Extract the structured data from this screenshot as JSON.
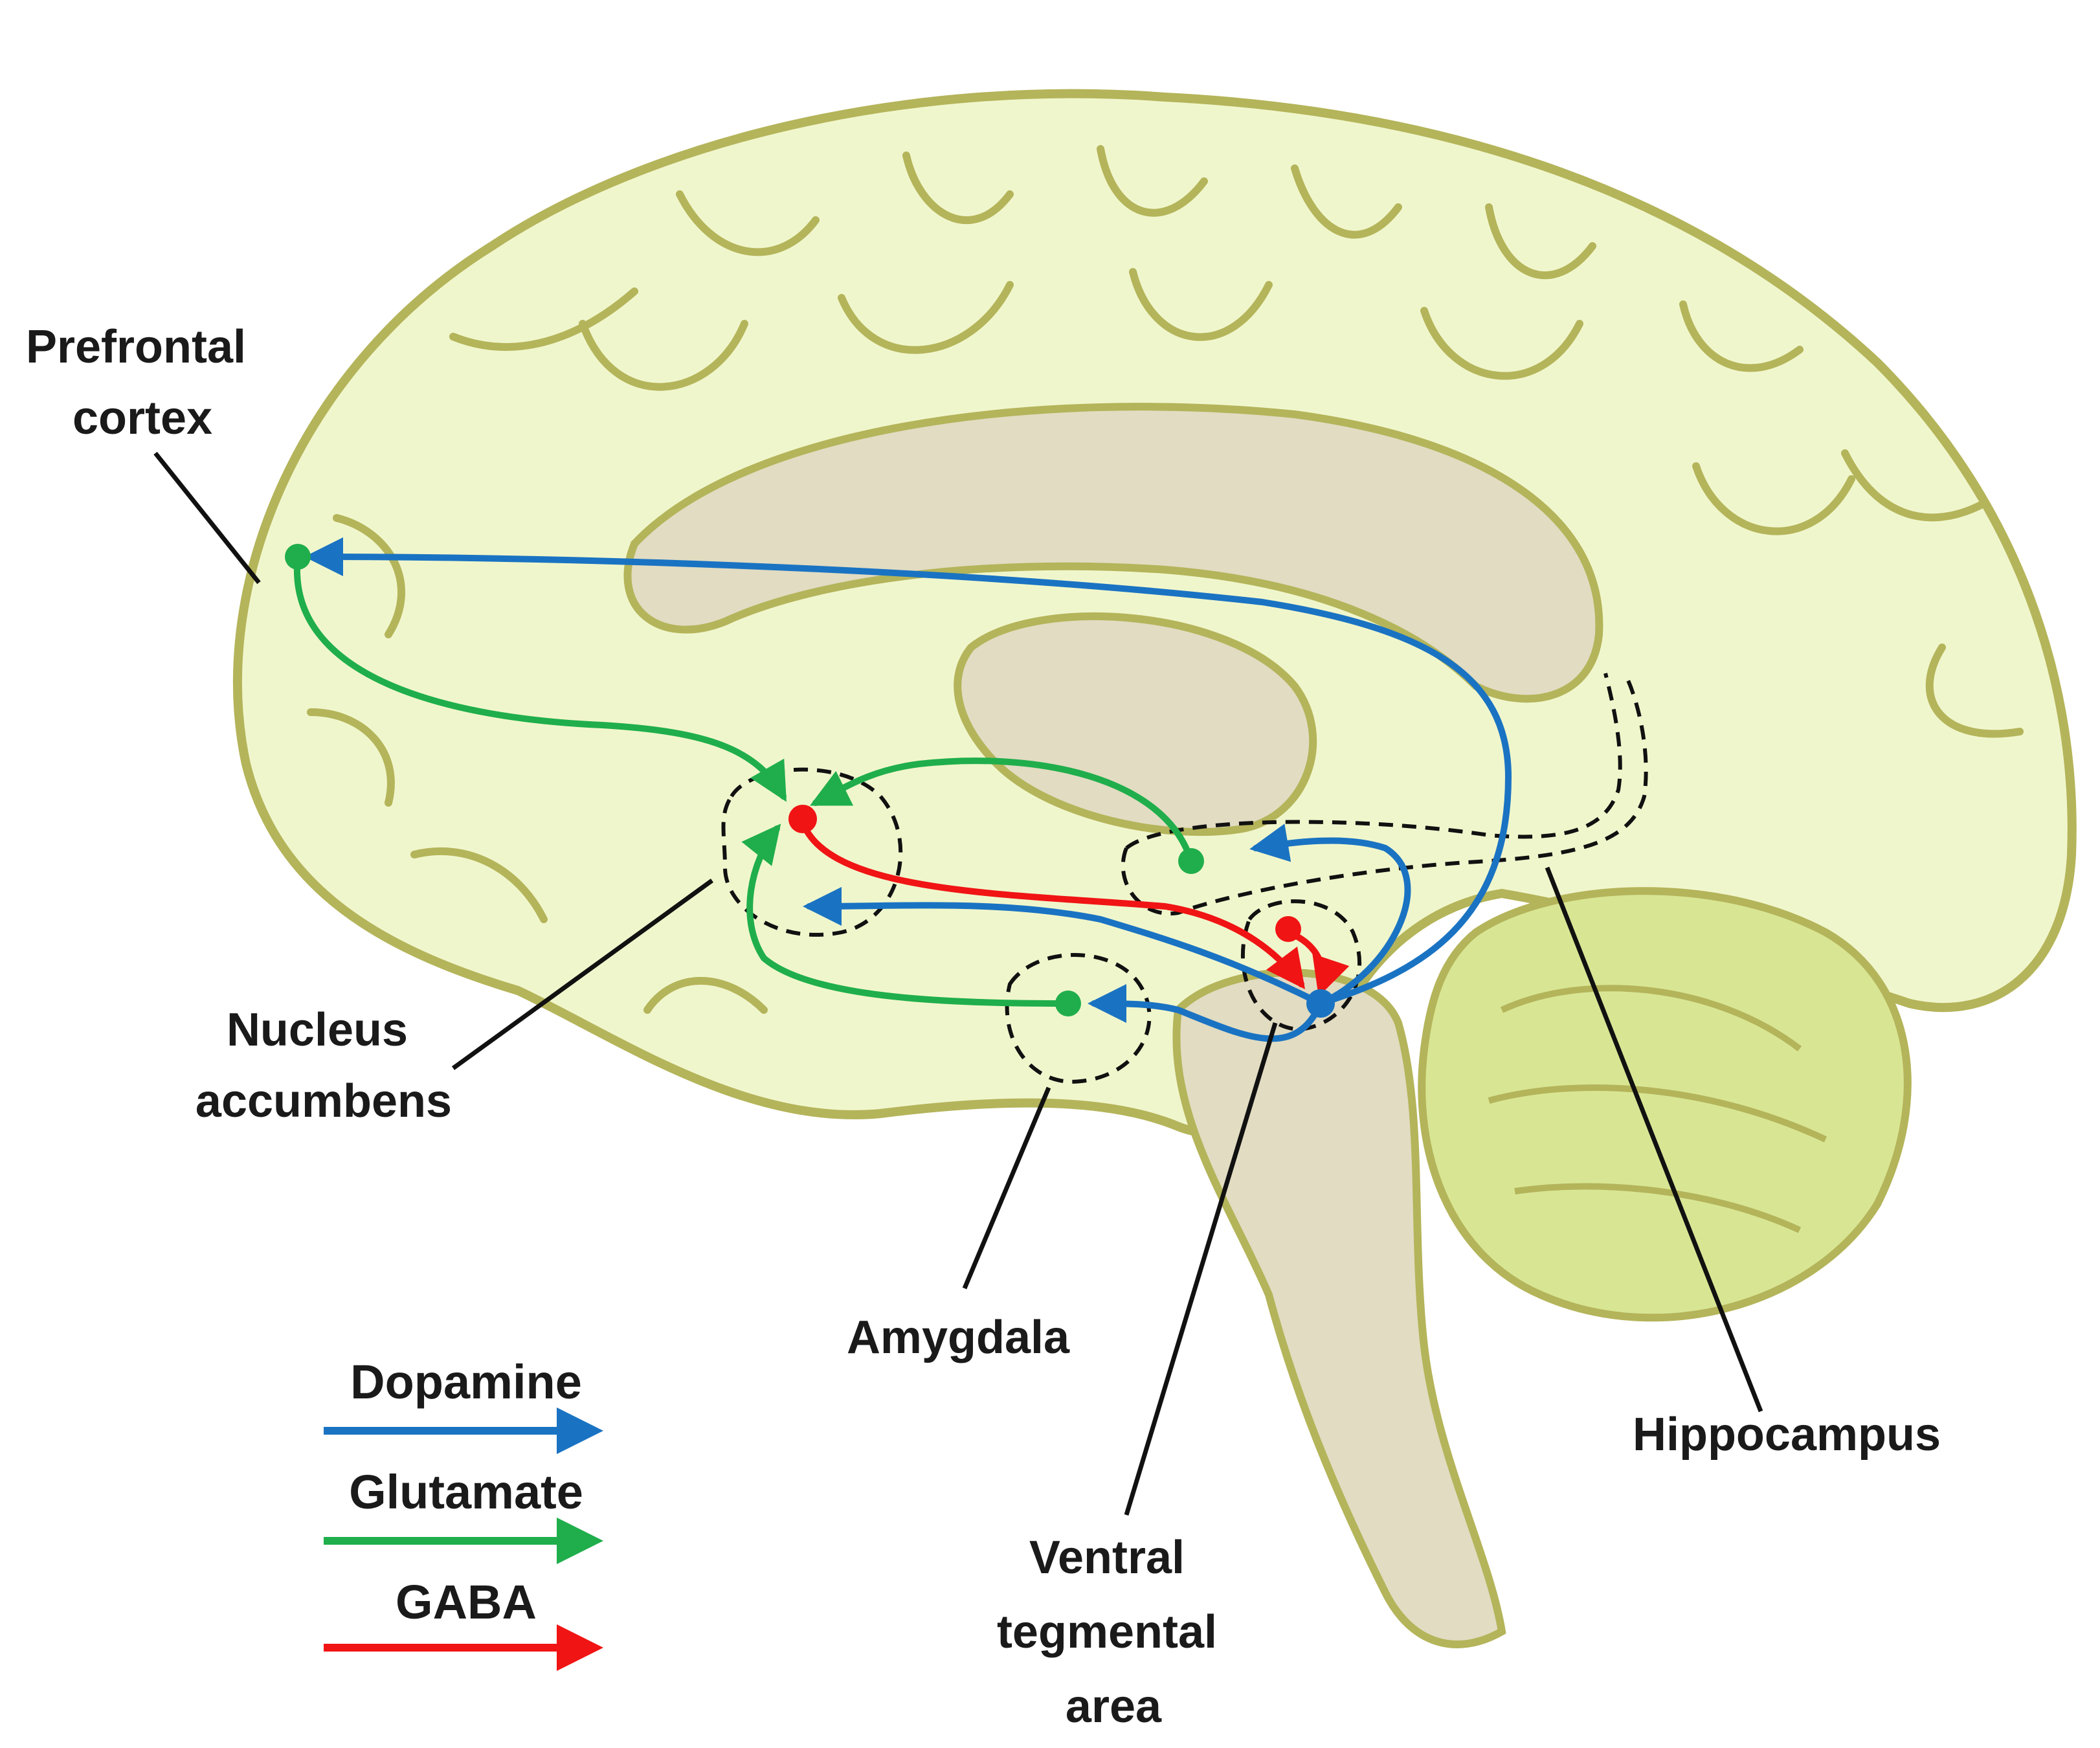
{
  "labels": {
    "prefrontal_cortex": [
      "Prefrontal",
      "cortex"
    ],
    "nucleus_accumbens": [
      "Nucleus",
      "accumbens"
    ],
    "amygdala": [
      "Amygdala"
    ],
    "ventral_tegmental_area": [
      "Ventral",
      "tegmental",
      "area"
    ],
    "hippocampus": [
      "Hippocampus"
    ]
  },
  "legend": [
    {
      "label": "Dopamine",
      "color": "#1a73c2"
    },
    {
      "label": "Glutamate",
      "color": "#1fae4b"
    },
    {
      "label": "GABA",
      "color": "#f01414"
    }
  ],
  "colors": {
    "brain_fill": "#f0f6cc",
    "brain_outline": "#b4b45a",
    "inner_fill": "#e2dcc2",
    "cerebellum_fill": "#d8e694",
    "dopamine": "#1a73c2",
    "glutamate": "#1fae4b",
    "gaba": "#f01414"
  }
}
